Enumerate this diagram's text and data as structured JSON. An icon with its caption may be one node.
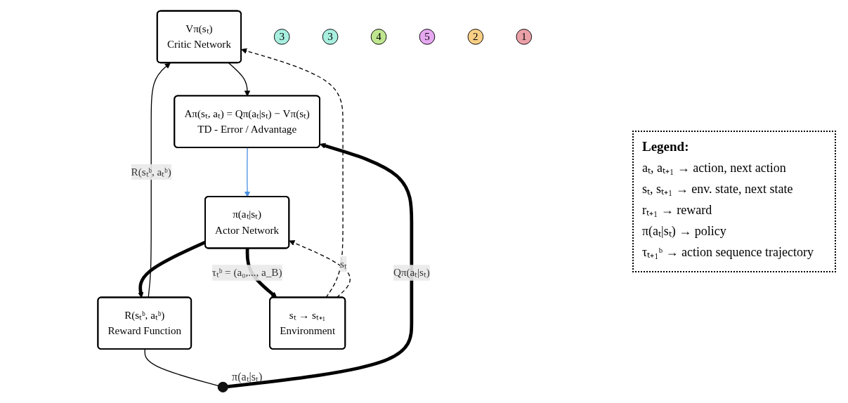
{
  "diagram": {
    "nodes": [
      {
        "text": [
          "Vπ(sₜ)",
          "Critic Network"
        ]
      },
      {
        "text": [
          "R(sₜᵇ, aₜᵇ)",
          "Reward Function"
        ]
      },
      {
        "text": [],
        "shape": "circle",
        "beside": [
          "π(aₜ|sₜ)"
        ]
      },
      {
        "text": [
          "Aπ(sₜ, aₜ) = Qπ(aₜ|sₜ) − Vπ(sₜ)",
          "TD - Error / Advantage"
        ]
      },
      {
        "text": [
          "π(aₜ|sₜ)",
          "Actor Network"
        ]
      },
      {
        "text": [
          "sₜ → sₜ₊₁",
          "Environment"
        ]
      },
      {
        "text": [
          "3"
        ]
      },
      {
        "text": [
          "3"
        ]
      },
      {
        "text": [
          "4"
        ]
      },
      {
        "text": [
          "5"
        ]
      },
      {
        "text": [
          "2"
        ]
      },
      {
        "text": [
          "1"
        ]
      }
    ],
    "edges": [
      {
        "from": 1,
        "to": 0,
        "arrow": "to",
        "label": "R(sₜᵇ, aₜᵇ)"
      },
      {
        "from": 1,
        "to": 2,
        "arrow": "none"
      },
      {
        "from": 2,
        "to": 3,
        "arrow": "to",
        "label": "Qπ(aₜ|sₜ)",
        "style": "thick"
      },
      {
        "from": 0,
        "to": 3,
        "arrow": "to"
      },
      {
        "from": 3,
        "to": 4,
        "arrow": "to",
        "color": "#4a90e2"
      },
      {
        "from": 4,
        "to": 5,
        "arrow": "to",
        "label": "τₜᵇ = (a₀,..., a_B)",
        "style": "thick"
      },
      {
        "from": 4,
        "to": 1,
        "arrow": "to",
        "style": "thick"
      },
      {
        "from": 5,
        "to": 0,
        "arrow": "to",
        "style": "dashed"
      },
      {
        "from": 5,
        "to": 4,
        "arrow": "to",
        "style": "dashed",
        "label": "sₜ"
      }
    ],
    "labels": [
      "Legend:"
    ],
    "legend": [
      {
        "text": "aₜ, aₜ₊₁ → action, next action"
      },
      {
        "text": "sₜ, sₜ₊₁ → env. state, next state"
      },
      {
        "text": "rₜ₊₁ → reward"
      },
      {
        "text": "π(aₜ|sₜ) → policy"
      },
      {
        "text": "τₜ₊₁ᵇ → action sequence trajectory"
      }
    ]
  }
}
